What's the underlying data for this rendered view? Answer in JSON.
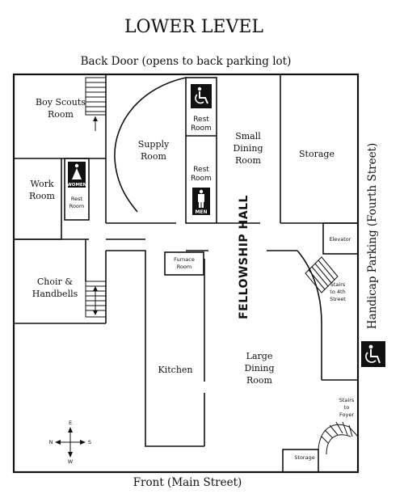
{
  "title": "LOWER LEVEL",
  "top_label": "Back Door (opens to back parking lot)",
  "bottom_label": "Front (Main Street)",
  "side_label": "Handicap Parking (Fourth Street)",
  "rooms": {
    "boy_scouts_line1": "Boy Scouts",
    "boy_scouts_line2": "Room",
    "work_line1": "Work",
    "work_line2": "Room",
    "rest_small_line1": "Rest",
    "rest_small_line2": "Room",
    "supply_line1": "Supply",
    "supply_line2": "Room",
    "rest_top_line1": "Rest",
    "rest_top_line2": "Room",
    "rest_men_line1": "Rest",
    "rest_men_line2": "Room",
    "small_dining_line1": "Small",
    "small_dining_line2": "Dining",
    "small_dining_line3": "Room",
    "storage_top": "Storage",
    "elevator": "Elevator",
    "furnace_line1": "Furnace",
    "furnace_line2": "Room",
    "choir_line1": "Choir &",
    "choir_line2": "Handbells",
    "fellowship_hall": "FELLOWSHIP HALL",
    "stairs_4th_line1": "Stairs",
    "stairs_4th_line2": "to 4th",
    "stairs_4th_line3": "Street",
    "kitchen": "Kitchen",
    "large_dining_line1": "Large",
    "large_dining_line2": "Dining",
    "large_dining_line3": "Room",
    "stairs_foyer_line1": "Stairs",
    "stairs_foyer_line2": "to",
    "stairs_foyer_line3": "Foyer",
    "storage_bottom": "Storage"
  },
  "signs": {
    "women": "WOMEN",
    "men": "MEN"
  },
  "compass": {
    "e": "E",
    "w": "W",
    "n": "N",
    "s": "S"
  },
  "icons": {
    "wheelchair": "wheelchair-icon",
    "women": "women-restroom-icon",
    "men": "men-restroom-icon",
    "compass": "compass-icon"
  },
  "colors": {
    "ink": "#111111",
    "paper": "#ffffff"
  }
}
